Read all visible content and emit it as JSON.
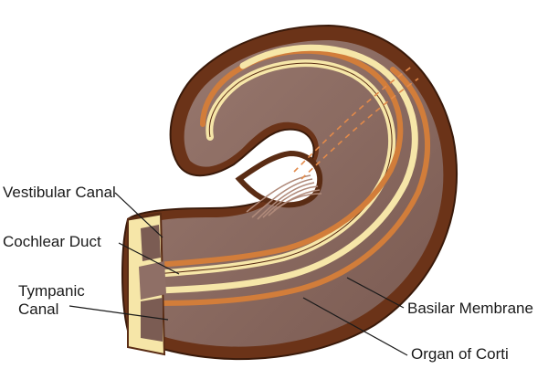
{
  "diagram": {
    "labels": {
      "vestibular_canal": "Vestibular Canal",
      "cochlear_duct": "Cochlear Duct",
      "tympanic_line1": "Tympanic",
      "tympanic_line2": "Canal",
      "basilar_membrane": "Basilar Membrane",
      "organ_of_corti": "Organ of Corti"
    },
    "colors": {
      "outer_wall": "#6b3318",
      "canal_tissue": "#8f6f66",
      "canal_shadow": "#7b5c53",
      "bone_cream": "#f6e6a8",
      "duct_orange": "#d27d3a",
      "nerve": "#b08a7a",
      "nerve_dashed": "#e38a4a"
    }
  }
}
